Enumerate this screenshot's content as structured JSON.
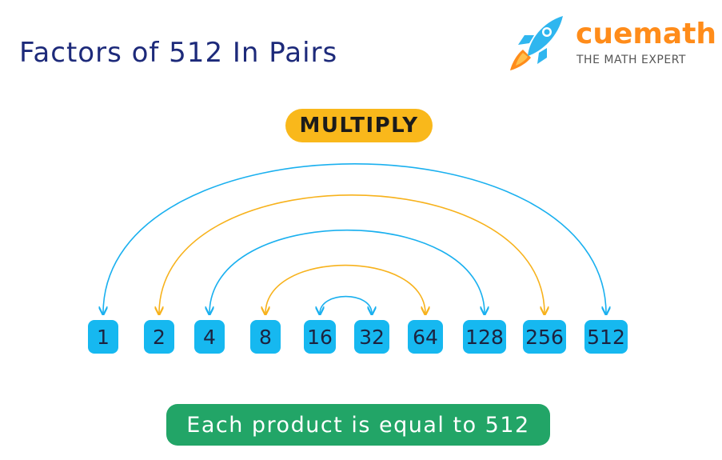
{
  "title": "Factors of 512 In Pairs",
  "logo": {
    "brand": "cuemath",
    "tagline": "THE MATH EXPERT",
    "rocket_icon": "rocket-icon"
  },
  "multiply_label": "MULTIPLY",
  "footer_text": "Each product is equal to 512",
  "factors": [
    "1",
    "2",
    "4",
    "8",
    "16",
    "32",
    "64",
    "128",
    "256",
    "512"
  ],
  "pairs": [
    {
      "a": "1",
      "b": "512",
      "color": "#1ab0ef"
    },
    {
      "a": "2",
      "b": "256",
      "color": "#f7b21c"
    },
    {
      "a": "4",
      "b": "128",
      "color": "#1ab0ef"
    },
    {
      "a": "8",
      "b": "64",
      "color": "#f7b21c"
    },
    {
      "a": "16",
      "b": "32",
      "color": "#1ab0ef"
    }
  ],
  "colors": {
    "title": "#1d2a7a",
    "brand_orange": "#ff8c1a",
    "brand_blue": "#2fb6ef",
    "factor_box": "#16b8f0",
    "multiply_pill": "#f9b81b",
    "footer_pill": "#22a567"
  }
}
